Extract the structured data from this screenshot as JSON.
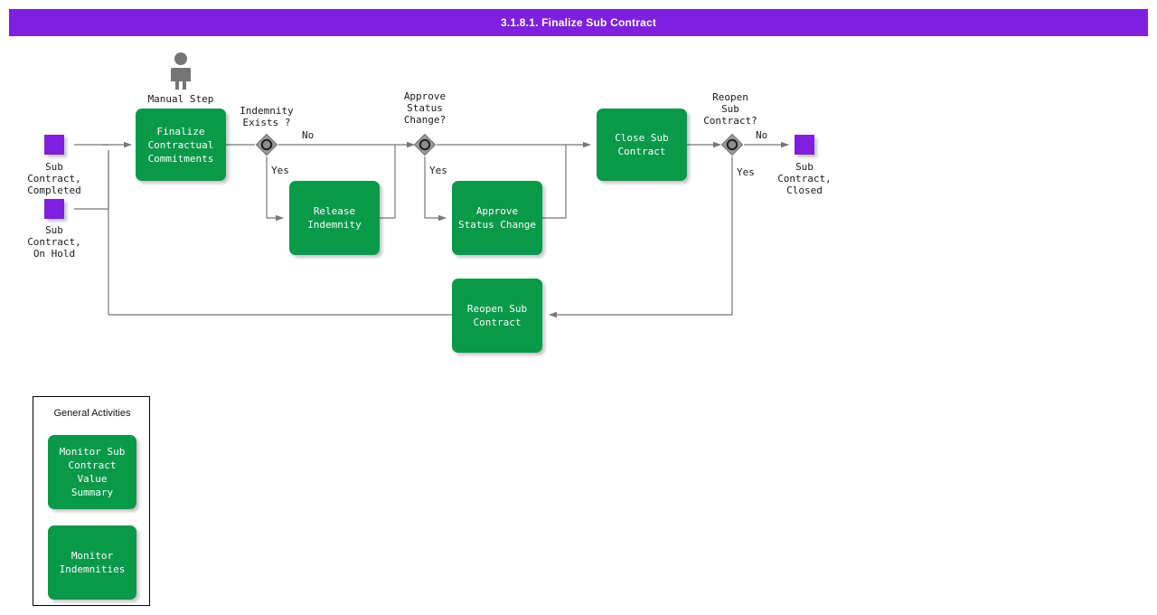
{
  "title_bar": {
    "text": "3.1.8.1. Finalize Sub Contract",
    "background": "#7F1FE0",
    "text_color": "#ffffff"
  },
  "colors": {
    "task_green": "#089949",
    "event_purple": "#7F1FE0",
    "gateway_gray": "#9A9A9A",
    "connector_gray": "#777777",
    "canvas": "#ffffff"
  },
  "diagram": {
    "type": "bpmn-flowchart",
    "actor": {
      "icon": "person-icon",
      "label": "Manual Step"
    },
    "start_events": [
      {
        "id": "sub-contract-completed",
        "label": "Sub\nContract,\nCompleted"
      },
      {
        "id": "sub-contract-on-hold",
        "label": "Sub\nContract,\nOn Hold"
      }
    ],
    "end_events": [
      {
        "id": "sub-contract-closed",
        "label": "Sub\nContract,\nClosed"
      }
    ],
    "tasks": [
      {
        "id": "finalize-contractual-commitments",
        "label": "Finalize\nContractual\nCommitments"
      },
      {
        "id": "release-indemnity",
        "label": "Release\nIndemnity"
      },
      {
        "id": "approve-status-change",
        "label": "Approve Status\nChange"
      },
      {
        "id": "close-sub-contract",
        "label": "Close Sub\nContract"
      },
      {
        "id": "reopen-sub-contract",
        "label": "Reopen Sub\nContract"
      }
    ],
    "gateways": [
      {
        "id": "indemnity-exists",
        "label": "Indemnity\nExists ?",
        "yes_label": "Yes",
        "no_label": "No"
      },
      {
        "id": "approve-status-change-gateway",
        "label": "Approve\nStatus\nChange?",
        "yes_label": "Yes",
        "no_label": ""
      },
      {
        "id": "reopen-sub-contract-gateway",
        "label": "Reopen\nSub\nContract?",
        "yes_label": "Yes",
        "no_label": "No"
      }
    ],
    "branch_labels": {
      "indemnity_no": "No",
      "indemnity_yes": "Yes",
      "approve_yes": "Yes",
      "reopen_no": "No",
      "reopen_yes": "Yes"
    }
  },
  "legend": {
    "title": "General Activities",
    "items": [
      {
        "id": "monitor-sub-contract-value-summary",
        "label": "Monitor Sub\nContract Value\nSummary"
      },
      {
        "id": "monitor-indemnities",
        "label": "Monitor\nIndemnities"
      }
    ]
  }
}
